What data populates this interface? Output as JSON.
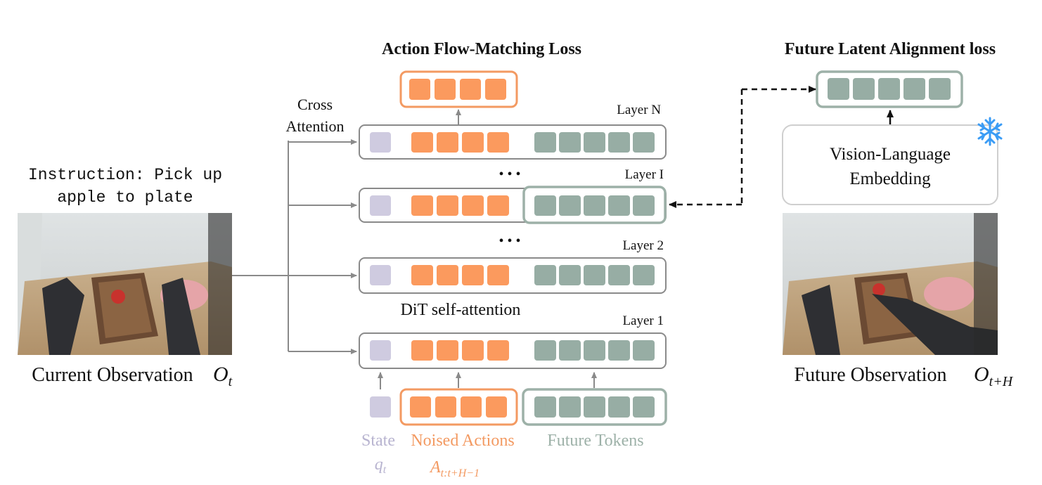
{
  "titles": {
    "action_loss": "Action Flow-Matching Loss",
    "future_loss": "Future Latent Alignment loss"
  },
  "labels": {
    "cross_attention_line1": "Cross",
    "cross_attention_line2": "Attention",
    "layer_n": "Layer N",
    "layer_i": "Layer I",
    "layer_2": "Layer 2",
    "layer_1": "Layer 1",
    "ellipsis": "• • •",
    "dit": "DiT self-attention",
    "instruction_line1": "Instruction: Pick up",
    "instruction_line2": "apple to plate",
    "current_obs": "Current Observation",
    "current_obs_sym": "O",
    "current_obs_sub": "t",
    "future_obs": "Future Observation",
    "future_obs_sym": "O",
    "future_obs_sub": "t+H",
    "vl_line1": "Vision-Language",
    "vl_line2": "Embedding",
    "state": "State",
    "state_sym": "q",
    "state_sub": "t",
    "noised_actions": "Noised Actions",
    "actions_sym": "A",
    "actions_sub": "t:t+H−1",
    "future_tokens": "Future Tokens"
  },
  "icons": {
    "frozen": "snowflake-icon"
  },
  "colors": {
    "state": "#cfcbe0",
    "action": "#fb9a5e",
    "action_border": "#f39a62",
    "future": "#97ada4",
    "future_border": "#9db1a8",
    "box_border": "#8a8a8a",
    "snowflake": "#3b9cf5",
    "state_text": "#b8b4d0",
    "action_text": "#f39a62",
    "future_text": "#9db1a8"
  }
}
